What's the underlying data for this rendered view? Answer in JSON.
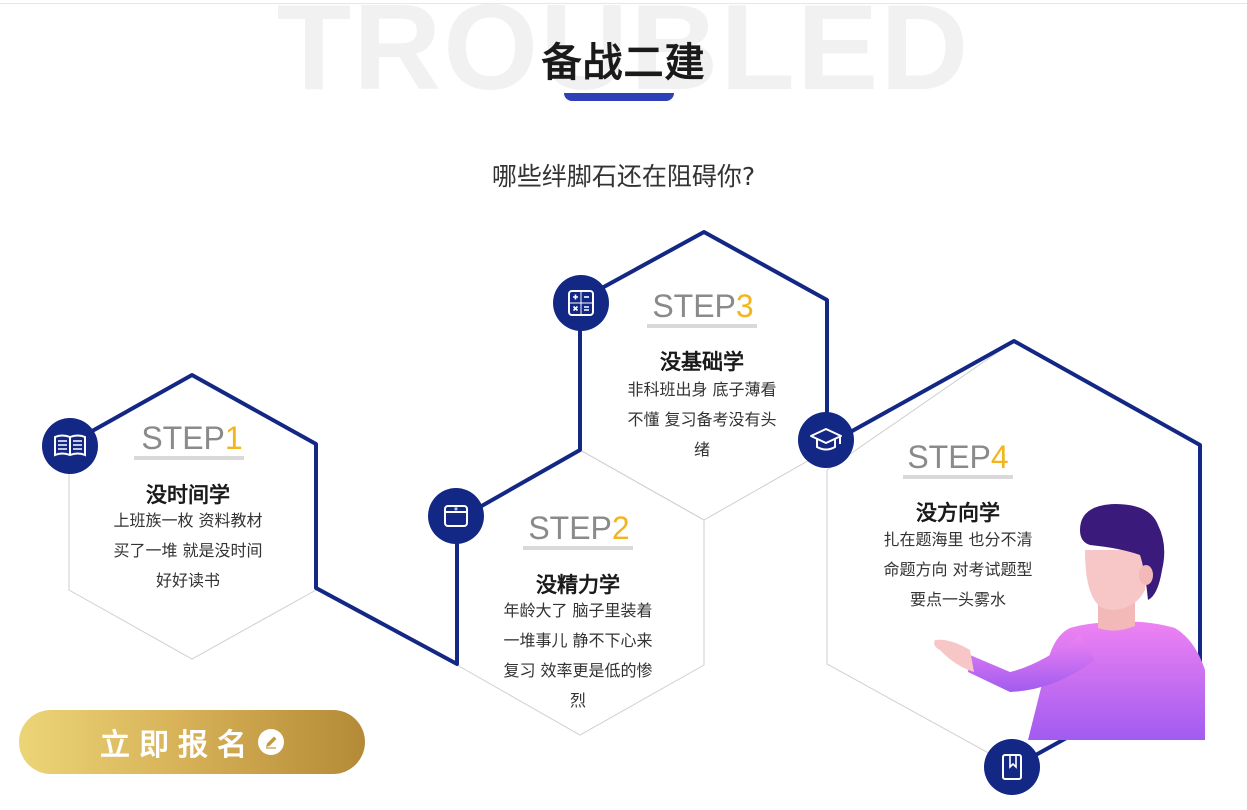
{
  "header": {
    "watermark": "TROUBLED",
    "title": "备战二建",
    "subtitle": "哪些绊脚石还在阻碍你?"
  },
  "steps": [
    {
      "step_word": "STEP",
      "number": "1",
      "heading": "没时间学",
      "desc_lines": [
        "上班族一枚 资料教材",
        "买了一堆 就是没时间",
        "好好读书"
      ],
      "icon": "open-book-icon"
    },
    {
      "step_word": "STEP",
      "number": "2",
      "heading": "没精力学",
      "desc_lines": [
        "年龄大了 脑子里装着",
        "一堆事儿 静不下心来",
        "复习 效率更是低的惨",
        "烈"
      ],
      "icon": "wallet-icon"
    },
    {
      "step_word": "STEP",
      "number": "3",
      "heading": "没基础学",
      "desc_lines": [
        "非科班出身 底子薄看",
        "不懂 复习备考没有头",
        "绪"
      ],
      "icon": "calculator-icon"
    },
    {
      "step_word": "STEP",
      "number": "4",
      "heading": "没方向学",
      "desc_lines": [
        "扎在题海里 也分不清",
        "命题方向 对考试题型",
        "要点一头雾水"
      ],
      "icon": "graduation-cap-icon"
    }
  ],
  "extra_icon": "bookmark-book-icon",
  "cta": {
    "label": "立即报名",
    "icon": "pencil-icon"
  },
  "colors": {
    "navy": "#132784",
    "accent_blue": "#2d40b8",
    "step_number": "#f3b51d",
    "cta_gold_start": "#ecd577",
    "cta_gold_end": "#b48a36"
  }
}
